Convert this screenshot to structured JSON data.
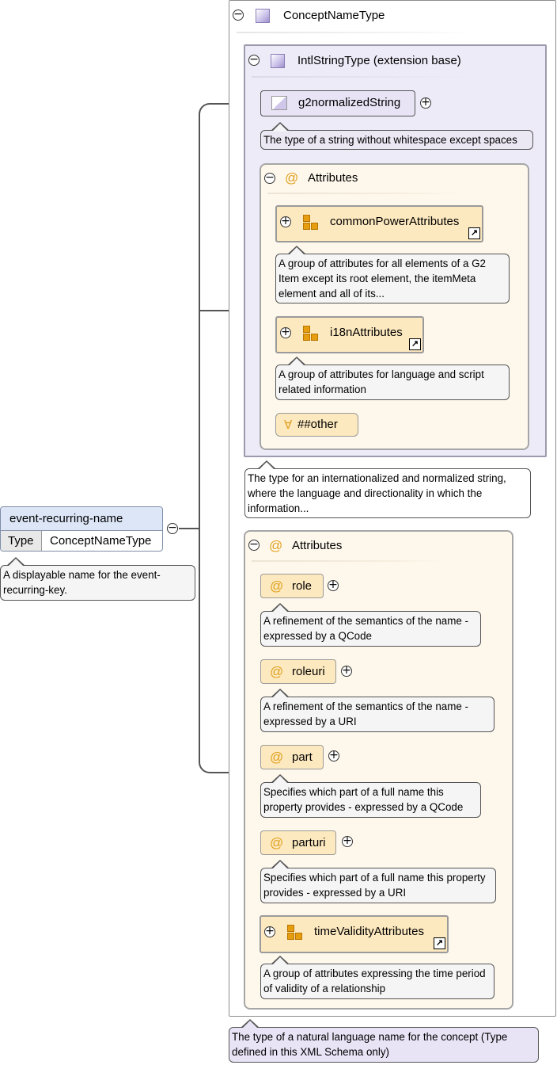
{
  "element": {
    "name": "event-recurring-name",
    "type_label": "Type",
    "type_value": "ConceptNameType",
    "doc": "A displayable name for the event-recurring-key."
  },
  "concept_type": {
    "title": "ConceptNameType",
    "doc": "The type of a natural language name for the concept (Type defined in this XML Schema only)"
  },
  "intl_type": {
    "title": "IntlStringType (extension base)",
    "doc": "The type for an internationalized and normalized string, where the language and directionality in which the information..."
  },
  "g2": {
    "name": "g2normalizedString",
    "doc": "The type of a string without whitespace except spaces"
  },
  "inner_attributes": {
    "title": "Attributes",
    "common": {
      "name": "commonPowerAttributes",
      "doc": "A group of attributes for all elements of a G2 Item except its root element, the itemMeta element and all of its..."
    },
    "i18n": {
      "name": "i18nAttributes",
      "doc": "A group of attributes for language and script related information"
    },
    "other": "##other"
  },
  "outer_attributes": {
    "title": "Attributes",
    "role": {
      "name": "role",
      "doc": "A refinement of the semantics of the name - expressed by a QCode"
    },
    "roleuri": {
      "name": "roleuri",
      "doc": "A refinement of the semantics of the name - expressed by a URI"
    },
    "part": {
      "name": "part",
      "doc": "Specifies which part of a full name this property provides - expressed by a QCode"
    },
    "parturi": {
      "name": "parturi",
      "doc": "Specifies which part of a full name this property provides - expressed by a URI"
    },
    "time": {
      "name": "timeValidityAttributes",
      "doc": "A group of attributes expressing the time period of validity of a relationship"
    }
  },
  "symbols": {
    "collapse": "−",
    "expand": "+",
    "attribute": "@",
    "any": "∀",
    "link": "↗"
  },
  "colors": {
    "element_header": "#dde6f7",
    "extension_bg": "#eeebf8",
    "attributes_bg": "#fef8ec",
    "attribute_box": "#fde9bf",
    "doc_bg": "#f5f5f5",
    "type_doc_bg": "#e8e4f6",
    "accent": "#e69d10"
  }
}
